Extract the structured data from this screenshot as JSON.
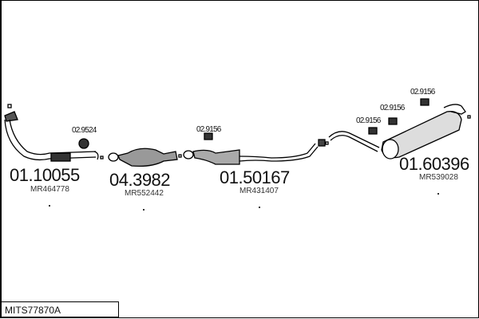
{
  "parts": [
    {
      "number": "01.10055",
      "oem": "MR464778"
    },
    {
      "number": "04.3982",
      "oem": "MR552442"
    },
    {
      "number": "01.50167",
      "oem": "MR431407"
    },
    {
      "number": "01.60396",
      "oem": "MR539028"
    }
  ],
  "hangers": [
    "02.9524",
    "02.9156",
    "02.9156",
    "02.9156",
    "02.9156"
  ],
  "reference": "MITS77870A"
}
